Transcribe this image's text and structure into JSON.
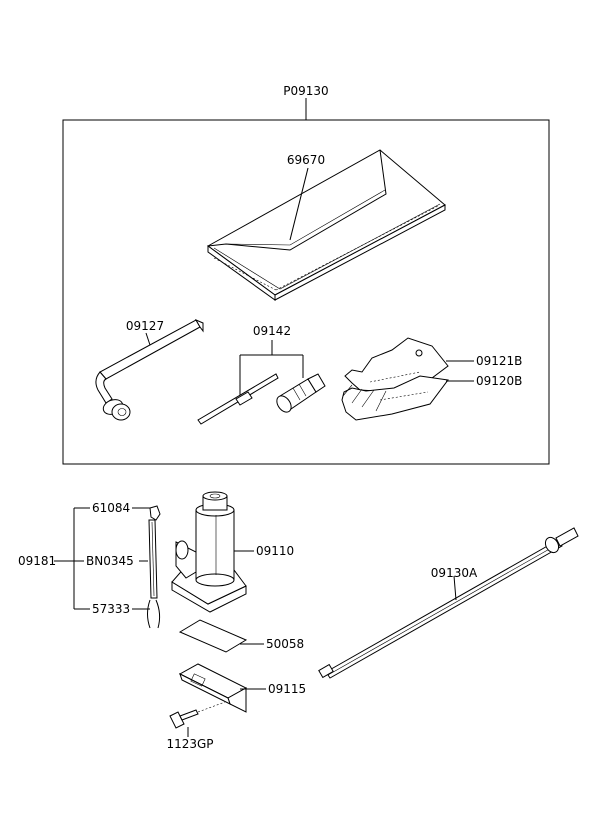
{
  "labels": {
    "kit": "P09130",
    "case": "69670",
    "lug_wrench": "09127",
    "screwdriver": "09142",
    "glove_1": "09121B",
    "glove_2": "09120B",
    "bracket_group": "09181",
    "bracket_top": "61084",
    "bracket_mid": "BN0345",
    "bracket_bottom": "57333",
    "jack": "09110",
    "pad": "50058",
    "jack_bracket": "09115",
    "bolt": "1123GP",
    "handle": "09130A"
  }
}
